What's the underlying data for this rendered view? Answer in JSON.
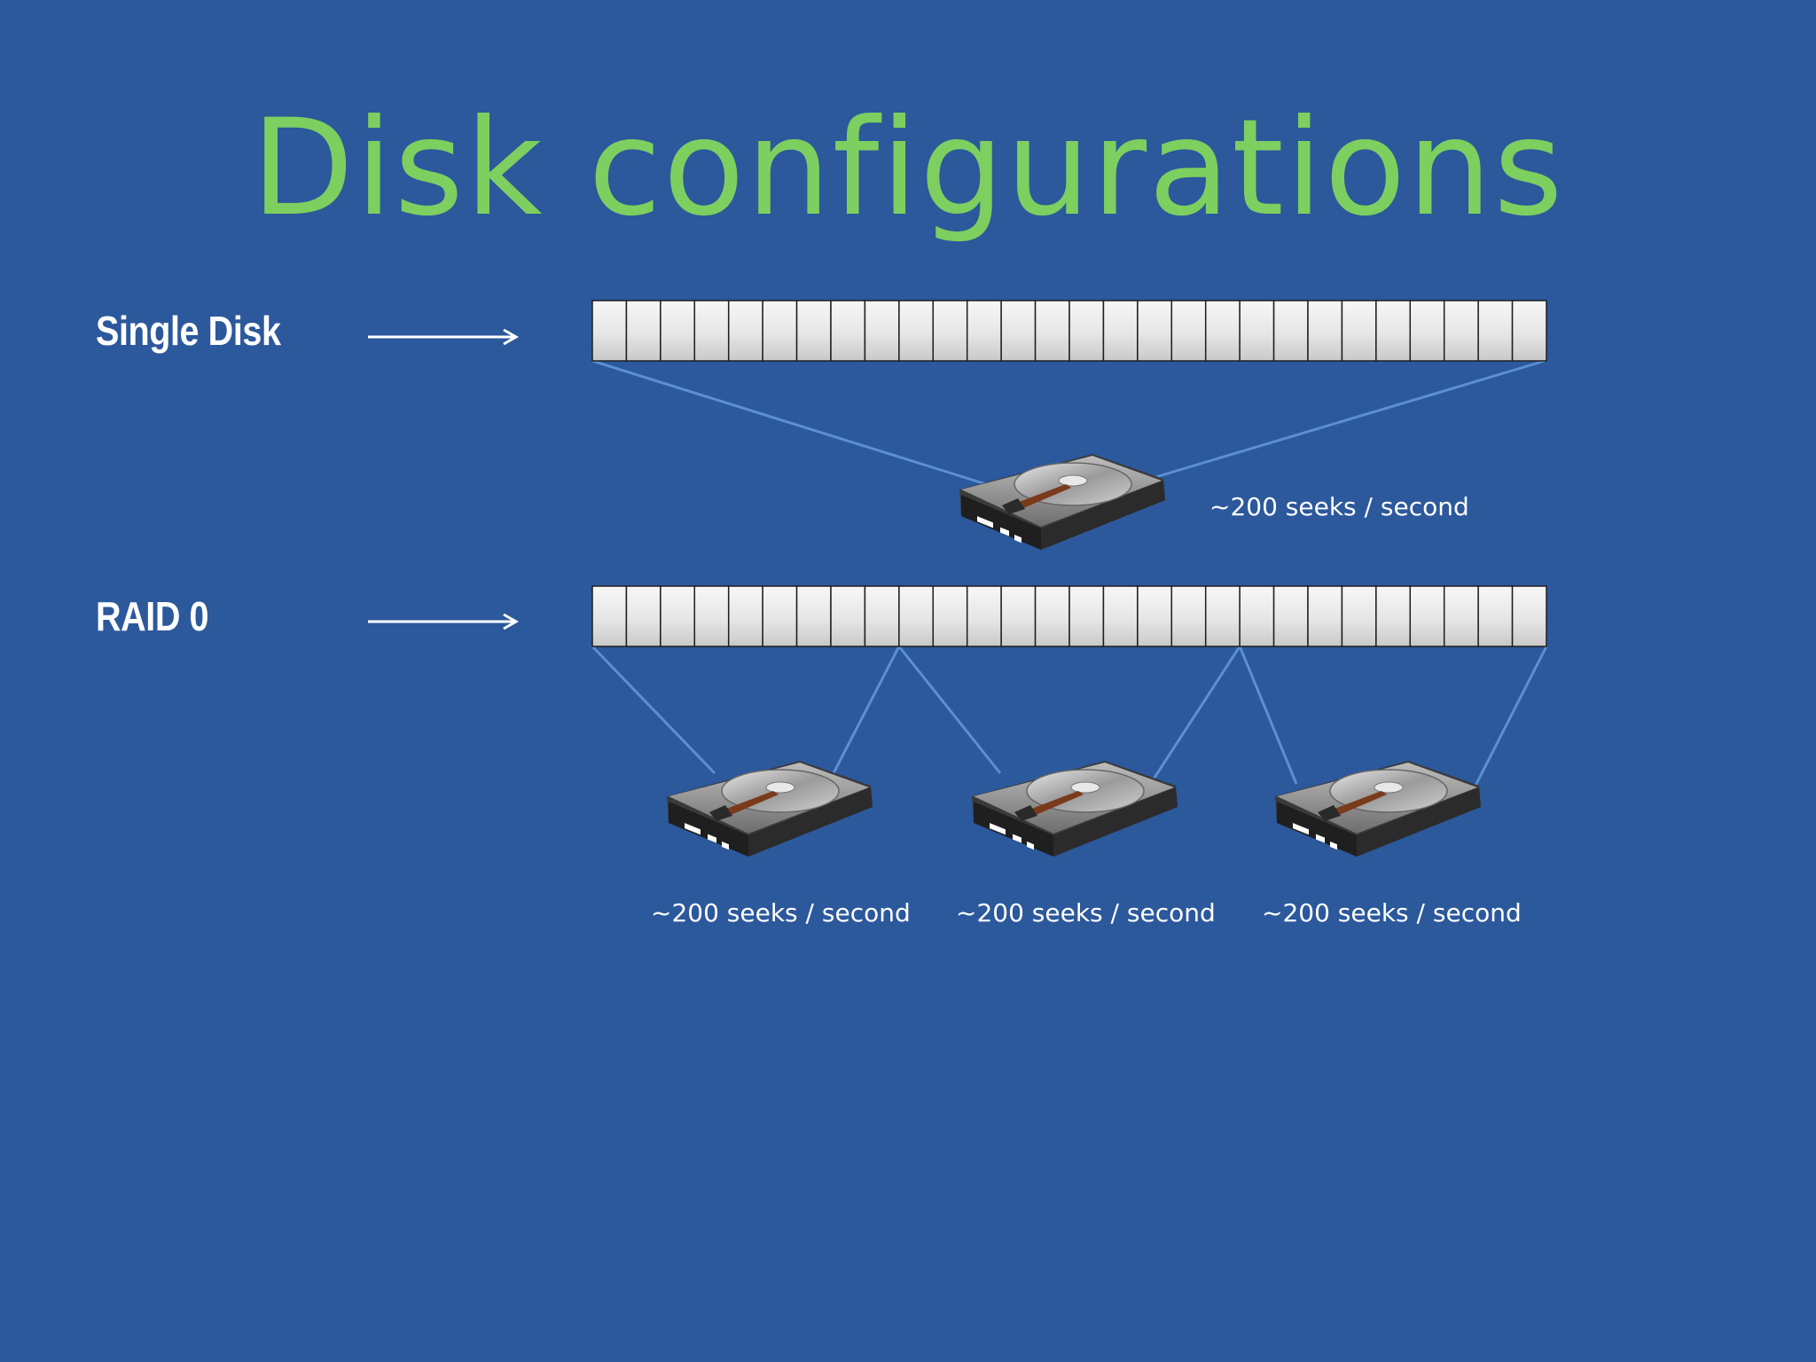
{
  "slide": {
    "title": "Disk configurations",
    "background_color": "#2c589c",
    "title_color": "#7dcf5f",
    "connector_color": "#5b8fd4"
  },
  "rows": [
    {
      "label": "Single Disk",
      "block_count": 28,
      "disks": [
        {
          "seek_label": "~200 seeks / second",
          "icon": "hard-drive-icon"
        }
      ]
    },
    {
      "label": "RAID 0",
      "block_count": 28,
      "disks": [
        {
          "seek_label": "~200 seeks / second",
          "icon": "hard-drive-icon"
        },
        {
          "seek_label": "~200 seeks / second",
          "icon": "hard-drive-icon"
        },
        {
          "seek_label": "~200 seeks / second",
          "icon": "hard-drive-icon"
        }
      ]
    }
  ]
}
